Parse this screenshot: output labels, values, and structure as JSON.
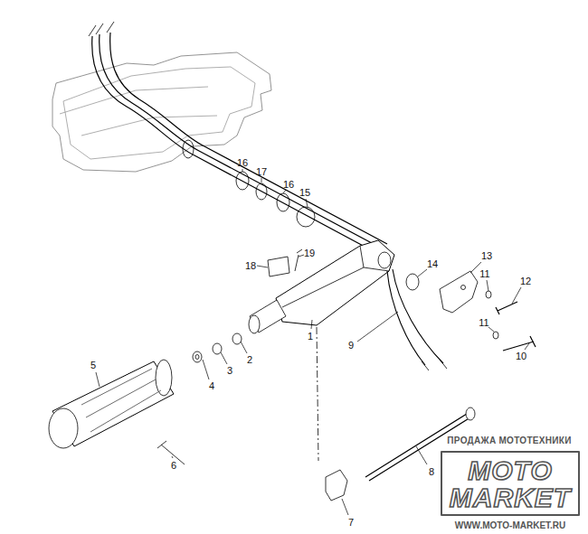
{
  "diagram": {
    "labels": [
      "16",
      "17",
      "16",
      "15",
      "19",
      "18",
      "14",
      "13",
      "11",
      "12",
      "1",
      "9",
      "11",
      "10",
      "5",
      "4",
      "3",
      "2",
      "6",
      "8",
      "7",
      "ПРОДАЖА МОТОТЕХНИКИ",
      "MOTO",
      "MARKET",
      "WWW.MOTO-MARKET.RU"
    ]
  }
}
